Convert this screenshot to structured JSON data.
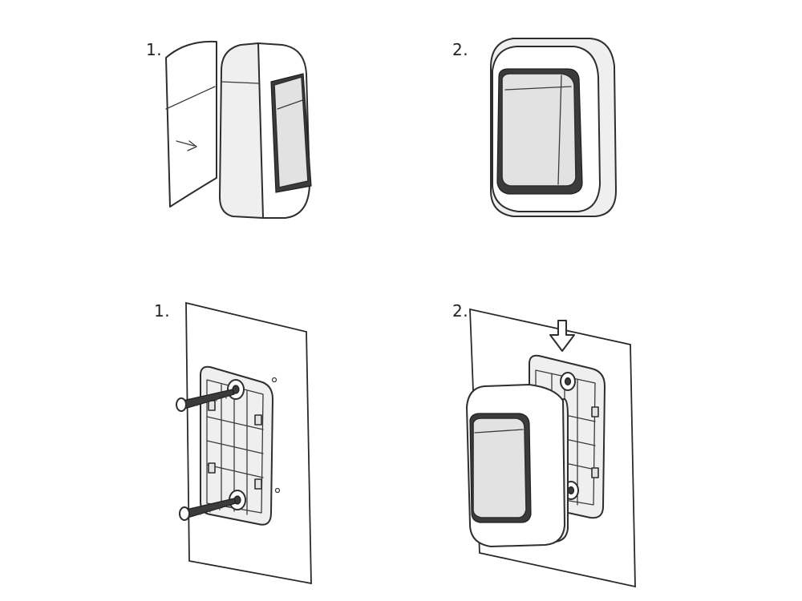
{
  "panels": [
    {
      "label": "1."
    },
    {
      "label": "2."
    },
    {
      "label": "1."
    },
    {
      "label": "2."
    }
  ]
}
